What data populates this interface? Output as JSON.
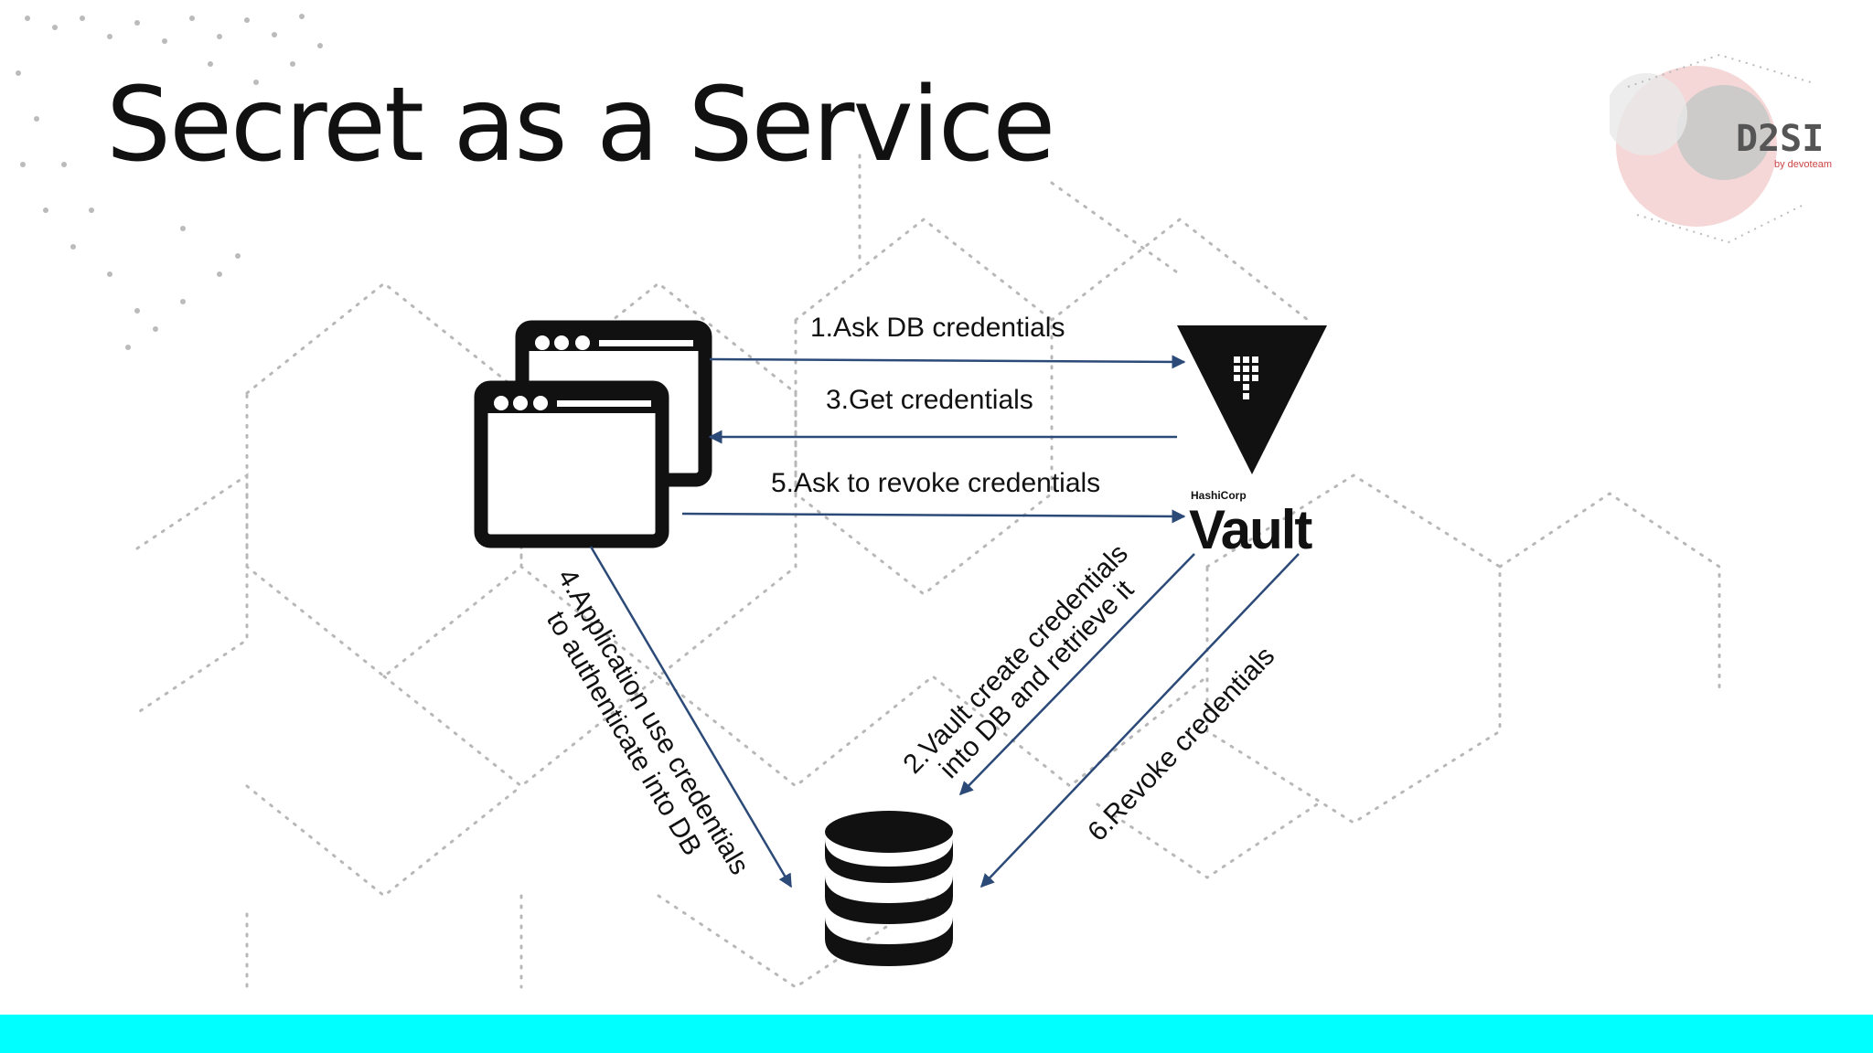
{
  "slide": {
    "title": "Secret as a Service"
  },
  "logo": {
    "brand": "D2SI",
    "tagline": "by devoteam"
  },
  "nodes": {
    "application": {
      "icon": "browser-windows-icon"
    },
    "vault": {
      "icon": "vault-triangle-icon",
      "company": "HashiCorp",
      "name": "Vault"
    },
    "database": {
      "icon": "database-icon"
    }
  },
  "steps": {
    "step1": "1.Ask DB credentials",
    "step3": "3.Get credentials",
    "step5": "5.Ask to revoke credentials",
    "step4_line1": "4.Application use credentials",
    "step4_line2": "to authenticate into DB",
    "step2_line1": "2.Vault create credentials",
    "step2_line2": "into DB and retrieve it",
    "step6": "6.Revoke credentials"
  },
  "colors": {
    "arrow": "#2c4a78",
    "bottom_bar": "#00ffff",
    "pattern": "#b8b8b8",
    "icon": "#111111"
  }
}
